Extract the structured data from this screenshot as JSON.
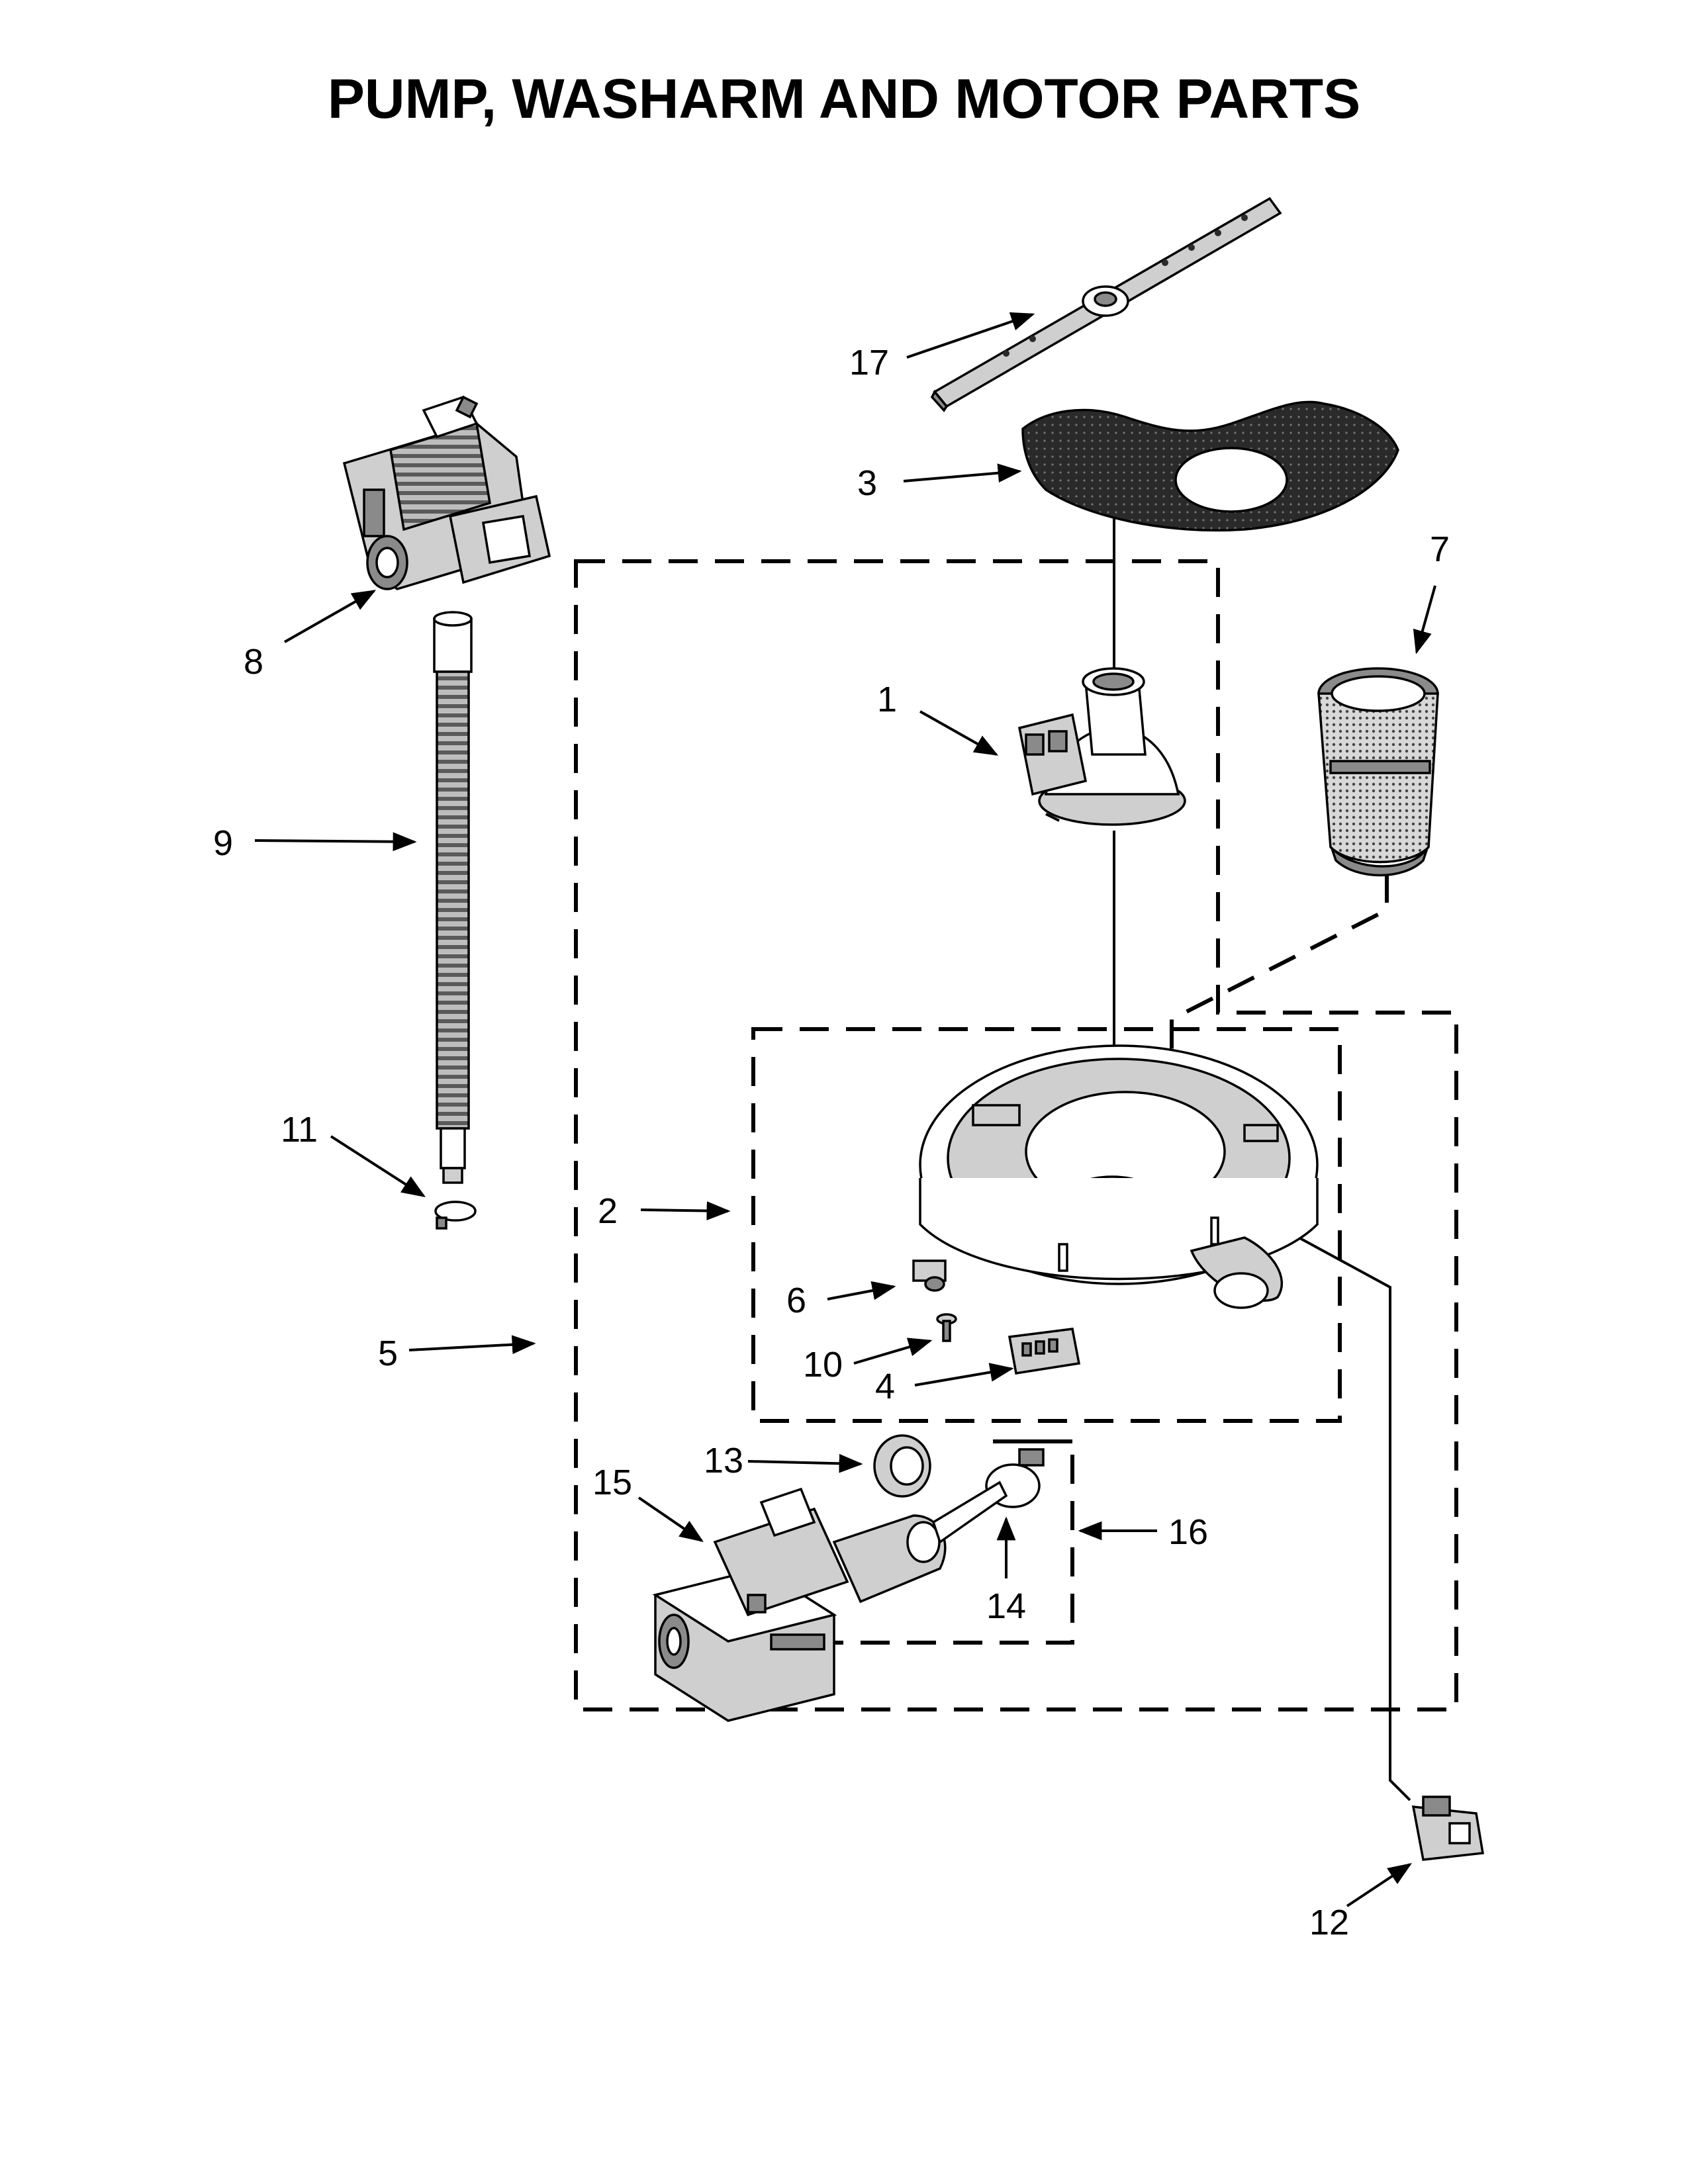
{
  "title": "PUMP, WASHARM AND MOTOR PARTS",
  "callouts": [
    {
      "id": "17",
      "text": "17"
    },
    {
      "id": "3",
      "text": "3"
    },
    {
      "id": "7",
      "text": "7"
    },
    {
      "id": "8",
      "text": "8"
    },
    {
      "id": "1",
      "text": "1"
    },
    {
      "id": "9",
      "text": "9"
    },
    {
      "id": "11",
      "text": "11"
    },
    {
      "id": "2",
      "text": "2"
    },
    {
      "id": "6",
      "text": "6"
    },
    {
      "id": "5",
      "text": "5"
    },
    {
      "id": "10",
      "text": "10"
    },
    {
      "id": "4",
      "text": "4"
    },
    {
      "id": "13",
      "text": "13"
    },
    {
      "id": "15",
      "text": "15"
    },
    {
      "id": "16",
      "text": "16"
    },
    {
      "id": "14",
      "text": "14"
    },
    {
      "id": "12",
      "text": "12"
    }
  ]
}
